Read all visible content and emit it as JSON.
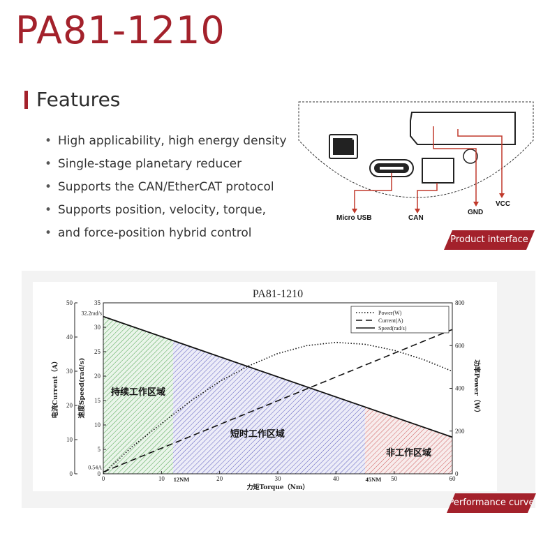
{
  "page": {
    "title": "PA81-1210"
  },
  "features": {
    "heading": "Features",
    "items": [
      "High applicability, high energy density",
      "Single-stage planetary reducer",
      "Supports the CAN/EtherCAT protocol",
      "Supports position, velocity, torque,",
      "and force-position hybrid control"
    ],
    "accent_color": "#a3212b"
  },
  "interface": {
    "labels": {
      "micro_usb": "Micro USB",
      "can": "CAN",
      "gnd": "GND",
      "vcc": "VCC"
    },
    "tag": "Product interface",
    "line_color": "#c0392b"
  },
  "curve_tag": "Performance curve",
  "chart_data": {
    "type": "line",
    "title": "PA81-1210",
    "xlabel_cn": "力矩",
    "xlabel": "Torque（Nm）",
    "x_ticks": [
      0,
      10,
      20,
      30,
      40,
      50,
      60
    ],
    "xlim": [
      0,
      60
    ],
    "x_markers": [
      {
        "x": 12,
        "label": "12NM"
      },
      {
        "x": 45,
        "label": "45NM"
      }
    ],
    "left_outer_axis": {
      "label_cn": "电流",
      "label": "Current（A）",
      "lim": [
        0,
        50
      ],
      "ticks": [
        0,
        10,
        20,
        30,
        40,
        50
      ],
      "extra_label": "0.54A"
    },
    "left_inner_axis": {
      "label_cn": "速度",
      "label": "Speed(rad/s)",
      "lim": [
        0,
        35
      ],
      "ticks": [
        0,
        5,
        10,
        15,
        20,
        25,
        30,
        35
      ],
      "extra_label": "32.2rad/s"
    },
    "right_axis": {
      "label_cn": "功率",
      "label": "Power（W）",
      "lim": [
        0,
        800
      ],
      "ticks": [
        0,
        200,
        400,
        600,
        800
      ]
    },
    "series": [
      {
        "name": "Power(W)",
        "style": "dotted",
        "axis": "right",
        "x": [
          0,
          5,
          10,
          15,
          20,
          25,
          30,
          35,
          40,
          45,
          50,
          55,
          60
        ],
        "y": [
          0,
          128,
          235,
          340,
          432,
          505,
          563,
          600,
          615,
          606,
          578,
          535,
          480
        ]
      },
      {
        "name": "Current(A)",
        "style": "dashed",
        "axis": "left_outer",
        "x": [
          0,
          60
        ],
        "y": [
          0.54,
          42.2
        ]
      },
      {
        "name": "Speed(rad/s)",
        "style": "solid",
        "axis": "left_inner",
        "x": [
          0,
          60
        ],
        "y": [
          32.2,
          7.5
        ]
      }
    ],
    "regions": [
      {
        "label": "持续工作区域",
        "x_start": 0,
        "x_end": 12,
        "color": "#3a9a3a"
      },
      {
        "label": "短时工作区域",
        "x_start": 12,
        "x_end": 45,
        "color": "#4a4ab8"
      },
      {
        "label": "非工作区域",
        "x_start": 45,
        "x_end": 60,
        "color": "#c84a4a"
      }
    ],
    "legend_position": "top-right",
    "grid": false
  }
}
